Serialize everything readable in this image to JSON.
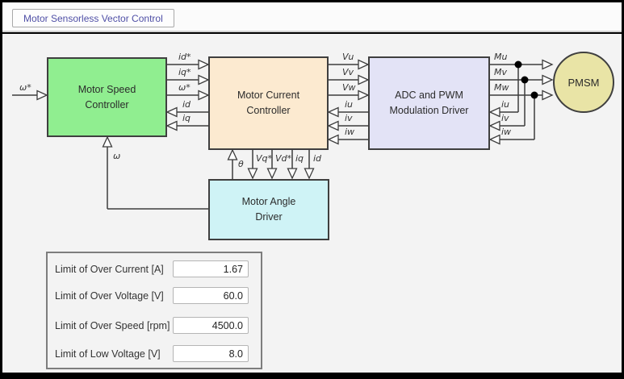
{
  "header": {
    "title": "Motor Sensorless Vector Control"
  },
  "colors": {
    "title_text": "#4f4fa6",
    "block_speed": "#90ee90",
    "block_current": "#fcead0",
    "block_adc": "#e3e3f6",
    "block_angle": "#cff3f6",
    "block_pmsm": "#e9e4a6",
    "wire": "#3c3c3c"
  },
  "diagram": {
    "blocks": {
      "speed": {
        "label": "Motor Speed\nController"
      },
      "current": {
        "label": "Motor Current\nController"
      },
      "adc": {
        "label": "ADC and PWM\nModulation Driver"
      },
      "angle": {
        "label": "Motor Angle\nDriver"
      },
      "pmsm": {
        "label": "PMSM"
      }
    },
    "signals": {
      "omega_ref_in": "ω*",
      "speed_to_current": [
        "id*",
        "iq*",
        "ω*"
      ],
      "current_to_speed": [
        "id",
        "iq"
      ],
      "current_to_adc": [
        "Vu",
        "Vv",
        "Vw"
      ],
      "adc_to_current": [
        "iu",
        "iv",
        "iw"
      ],
      "adc_to_pmsm": [
        "Mu",
        "Mv",
        "Mw"
      ],
      "pmsm_feedback": [
        "iu",
        "iv",
        "iw"
      ],
      "omega": "ω",
      "theta": "θ",
      "current_to_angle": [
        "Vq*",
        "Vd*",
        "iq",
        "id"
      ]
    }
  },
  "limits": {
    "rows": [
      {
        "label": "Limit of Over Current [A]",
        "value": "1.67"
      },
      {
        "label": "Limit of Over Voltage [V]",
        "value": "60.0"
      },
      {
        "label": "Limit of Over Speed [rpm]",
        "value": "4500.0"
      },
      {
        "label": "Limit of Low Voltage [V]",
        "value": "8.0"
      }
    ]
  }
}
